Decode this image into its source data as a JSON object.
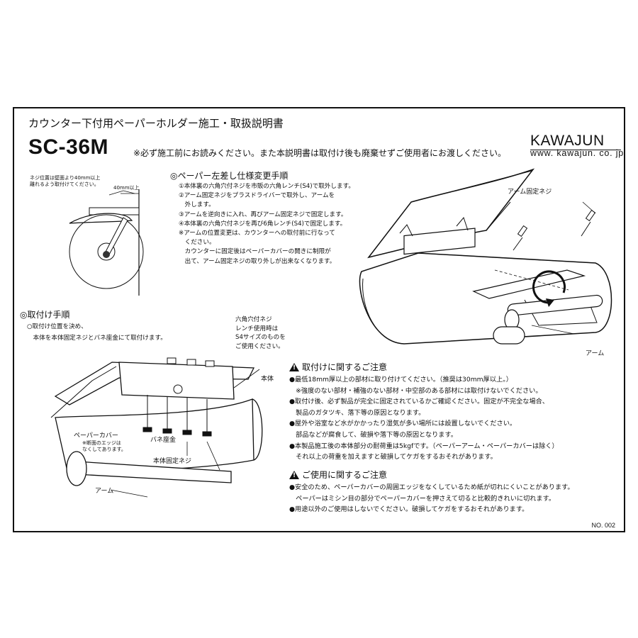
{
  "header": {
    "title": "カウンター下付用ペーパーホルダー施工・取扱説明書",
    "model": "SC-36M",
    "notice": "※必ず施工前にお読みください。また本説明書は取付け後も廃棄せずご使用者にお渡しください。",
    "brand": "KAWAJUN",
    "url": "www. kawajun. co. jp"
  },
  "top_left_diagram": {
    "note_line1": "ネジ位置は壁面より40mm以上",
    "note_line2": "離れるよう取付けてください。",
    "dim_label": "40mm以上"
  },
  "paper_change": {
    "heading": "◎ペーパー左差し仕様変更手順",
    "steps": [
      "①本体裏の六角穴付ネジを市販の六角レンチ(S4)で取外します。",
      "②アーム固定ネジをプラスドライバーで取外し、アームを",
      "　外します。",
      "③アームを逆向きに入れ、再びアーム固定ネジで固定します。",
      "④本体裏の六角穴付ネジを再び6角レンチ(S4)で固定します。",
      "※アームの位置変更は、カウンターへの取付前に行なって",
      "　ください。",
      "　カウンターに固定後はペーパーカバーの開きに制限が",
      "　出て、アーム固定ネジの取り外しが出来なくなります。"
    ]
  },
  "right_diagram": {
    "label_arm_screw": "アーム固定ネジ",
    "label_arm": "アーム"
  },
  "install": {
    "heading": "◎取付け手順",
    "line1": "○取付け位置を決め、",
    "line2": "　本体を本体固定ネジとバネ座金にて取付けます。",
    "hex_label": [
      "六角穴付ネジ",
      "レンチ使用時は",
      "S4サイズのものを",
      "ご使用ください。"
    ],
    "label_body": "本体",
    "label_cover": "ペーパーカバー",
    "label_cover_note1": "※断面のエッジは",
    "label_cover_note2": "なくしてあります。",
    "label_washer": "バネ座金",
    "label_fix_screw": "本体固定ネジ",
    "label_arm": "アーム"
  },
  "caution_install": {
    "heading": "取付けに関するご注意",
    "lines": [
      "●最低18mm厚以上の部材に取り付けてください。（推奨は30mm厚以上。）",
      "　※強度のない部材・補強のない部材・中空部のある部材には取付けないでください。",
      "●取付け後、必ず製品が完全に固定されているかご確認ください。固定が不完全な場合、",
      "　製品のガタツキ、落下等の原因となります。",
      "●屋外や浴室など水がかかったり湿気が多い場所には設置しないでください。",
      "　部品などが腐食して、破損や落下等の原因となります。",
      "●本製品施工後の本体部分の耐荷重は5kgfです。（ペーパーアーム・ペーパーカバーは除く）",
      "　それ以上の荷重を加えますと破損してケガをするおそれがあります。"
    ]
  },
  "caution_use": {
    "heading": "ご使用に関するご注意",
    "lines": [
      "●安全のため、ペーパーカバーの周囲エッジをなくしているため紙が切れにくいことがあります。",
      "　ペーパーはミシン目の部分でペーパーカバーを押さえて切ると比較的きれいに切れます。",
      "●用途以外のご使用はしないでください。破損してケガをするおそれがあります。"
    ]
  },
  "doc_number": "NO. 002"
}
